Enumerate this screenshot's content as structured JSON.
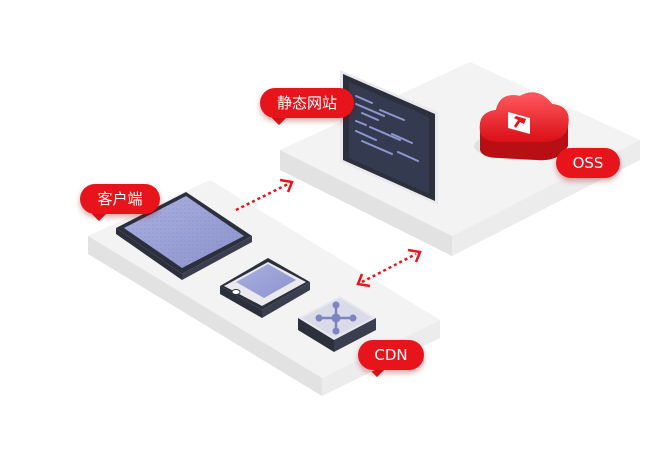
{
  "labels": {
    "static_site": "静态网站",
    "oss": "OSS",
    "client": "客户端",
    "cdn": "CDN"
  },
  "colors": {
    "accent_red": "#e8141b",
    "platform_top": "#f3f3f3",
    "platform_side": "#e4e4e4",
    "device_fill": "#9fa6d8",
    "device_frame": "#2c2f3c",
    "monitor_screen": "#2f3446",
    "connector_red": "#e8141b"
  },
  "icons": {
    "cloud": "oss-cloud-icon",
    "monitor": "monitor-icon",
    "tablet": "tablet-icon",
    "phone": "phone-icon",
    "network": "cdn-network-icon",
    "arrow": "dotted-arrow-icon"
  }
}
